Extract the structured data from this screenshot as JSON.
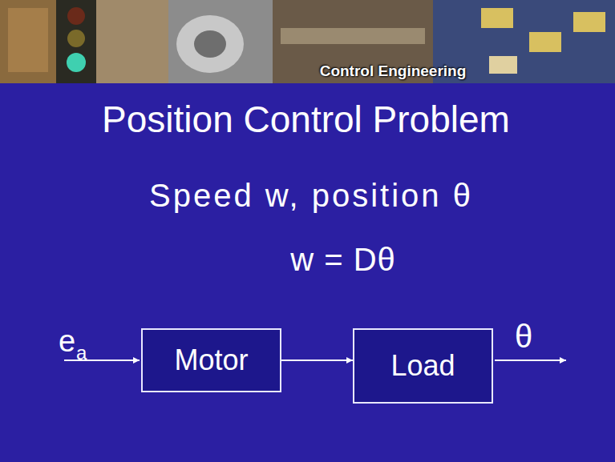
{
  "diagram": {
    "title": "Position Control Problem",
    "nodes": [
      {
        "text": [
          "Motor"
        ]
      },
      {
        "text": [
          "Load"
        ]
      }
    ],
    "edges": [
      {
        "from": 0,
        "to": 1,
        "arrow": "to"
      }
    ],
    "labels": [
      "Control Engineering",
      "Speed w, position θ",
      "w = Dθ",
      "e",
      "a",
      "θ"
    ]
  }
}
